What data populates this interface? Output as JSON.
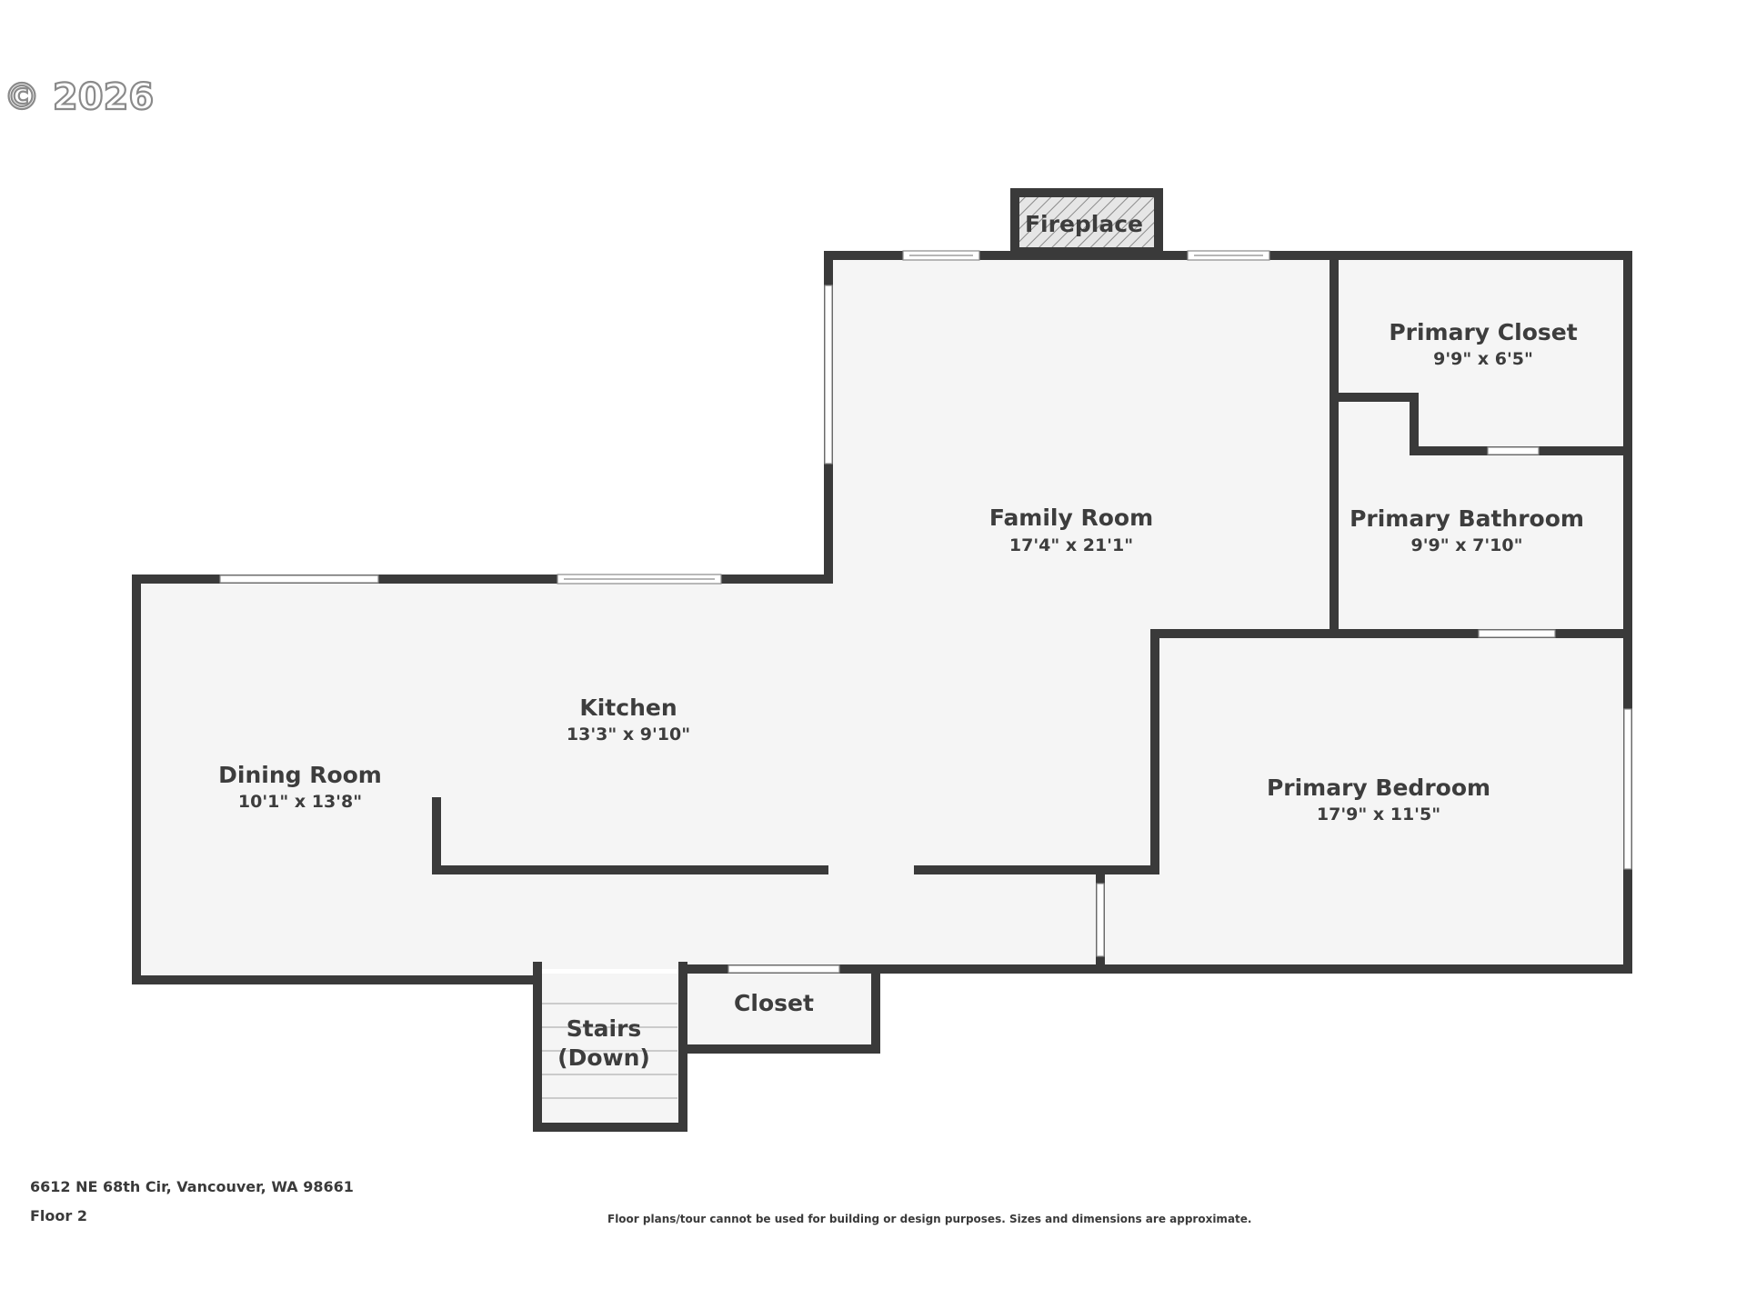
{
  "watermark": "© 2026",
  "address": "6612 NE 68th Cir, Vancouver, WA 98661",
  "floor_label": "Floor 2",
  "disclaimer": "Floor plans/tour cannot be used for building or design purposes. Sizes and dimensions are approximate.",
  "colors": {
    "wall": "#3a3a3a",
    "floor": "#f5f5f5",
    "text": "#3d3d3d",
    "window": "#ffffff"
  },
  "rooms": {
    "family_room": {
      "name": "Family Room",
      "dims": "17'4\" x 21'1\""
    },
    "kitchen": {
      "name": "Kitchen",
      "dims": "13'3\" x 9'10\""
    },
    "dining_room": {
      "name": "Dining Room",
      "dims": "10'1\" x 13'8\""
    },
    "primary_closet": {
      "name": "Primary Closet",
      "dims": "9'9\" x 6'5\""
    },
    "primary_bathroom": {
      "name": "Primary Bathroom",
      "dims": "9'9\" x 7'10\""
    },
    "primary_bedroom": {
      "name": "Primary Bedroom",
      "dims": "17'9\" x 11'5\""
    },
    "closet": {
      "name": "Closet"
    },
    "stairs": {
      "name_line1": "Stairs",
      "name_line2": "(Down)"
    },
    "fireplace": {
      "name": "Fireplace"
    }
  }
}
